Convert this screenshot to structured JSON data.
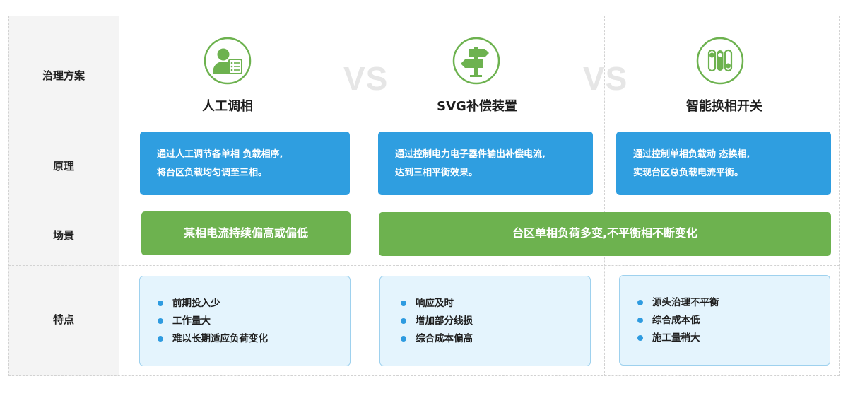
{
  "rows": {
    "scheme": "治理方案",
    "principle": "原理",
    "scenario": "场景",
    "features": "特点"
  },
  "vs_text": "VS",
  "columns": [
    {
      "title": "人工调相",
      "icon": "person-with-list-icon",
      "principle": [
        "通过人工调节各单相 负载相序,",
        "将台区负载均匀调至三相。"
      ],
      "features": [
        "前期投入少",
        "工作量大",
        "难以长期适应负荷变化"
      ]
    },
    {
      "title": "SVG补偿装置",
      "icon": "signpost-icon",
      "principle": [
        "通过控制电力电子器件输出补偿电流,",
        "达到三相平衡效果。"
      ],
      "features": [
        "响应及时",
        "增加部分线损",
        "综合成本偏高"
      ]
    },
    {
      "title": "智能换相开关",
      "icon": "switch-toggles-icon",
      "principle": [
        "通过控制单相负载动 态换相,",
        "实现台区总负载电流平衡。"
      ],
      "features": [
        "源头治理不平衡",
        "综合成本低",
        "施工量稍大"
      ]
    }
  ],
  "scenarios": {
    "manual": "某相电流持续偏高或偏低",
    "auto": "台区单相负荷多变,不平衡相不断变化"
  },
  "colors": {
    "icon_green": "#6db24f",
    "blue_box": "#2f9ee0",
    "green_box": "#6db24f",
    "feature_bg": "#e4f4fd",
    "bullet": "#2e9be0"
  }
}
